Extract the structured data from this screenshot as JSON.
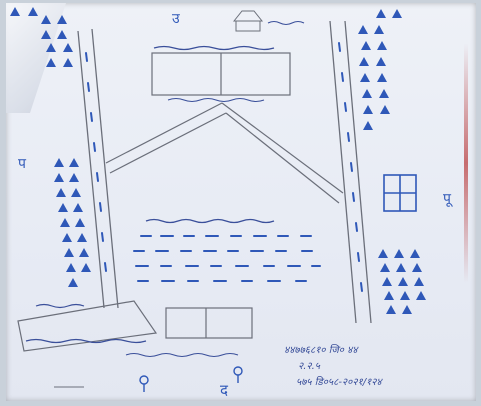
{
  "sketch": {
    "symbols": {
      "compass_north": "उ",
      "compass_west": "प",
      "compass_east": "पू",
      "compass_south": "द"
    },
    "notes": {
      "signature_lines": [
        "४४७७६८१० जि०  ४४",
        "२.२.५",
        "५७५ डि०५८-२०२१/१२४"
      ]
    },
    "colors": {
      "ink": "#2f58b8",
      "pencil": "#6b6f7a",
      "paper": "#eef1f7",
      "pen_red": "#b42828"
    },
    "icons": [
      "tree-icon",
      "building-icon",
      "road-icon",
      "crop-field-icon"
    ]
  }
}
